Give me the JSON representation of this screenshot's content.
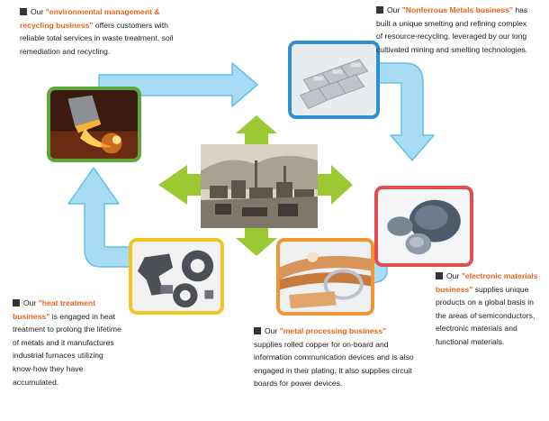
{
  "colors": {
    "loop_fill": "#a8dcf5",
    "loop_stroke": "#66bde9",
    "center_arrow": "#9bc932",
    "border_environmental": "#5fa83c",
    "border_nonferrous": "#2e90d0",
    "border_electronic": "#e05050",
    "border_metal_processing": "#f29634",
    "border_heat_treatment": "#f3c620",
    "business_highlight": "#e8631d"
  },
  "icons": {
    "loop": "cycle-arrow-icon",
    "center": "four-way-arrow-icon"
  },
  "businesses": {
    "environmental": {
      "lead": "Our ",
      "name": "\"environmental management & recycling business\"",
      "text": "offers customers with reliable total services in waste treatment, soil remediation and recycling."
    },
    "nonferrous": {
      "lead": "Our ",
      "name": "\"Nonferrous Metals business\"",
      "text": "has built a unique smelting and refining complex of resource-recycling, leveraged by our long cultivated mining and smelting technologies."
    },
    "electronic": {
      "lead": "Our ",
      "name": "\"electronic materials business\"",
      "text": "supplies unique products on a global basis in the areas of semiconductors, electronic materials and functional materials."
    },
    "metal_processing": {
      "lead": "Our ",
      "name": "\"metal processing business\"",
      "text": "supplies rolled copper for on-board and information communication devices and is also engaged in their plating. It also supplies circuit boards for power devices."
    },
    "heat_treatment": {
      "lead": "Our ",
      "name": "\"heat treatment business\"",
      "text": "is engaged in heat treatment to prolong the lifetime of metals and it manufactures industrial furnaces utilizing know-how they have accumulated."
    }
  }
}
